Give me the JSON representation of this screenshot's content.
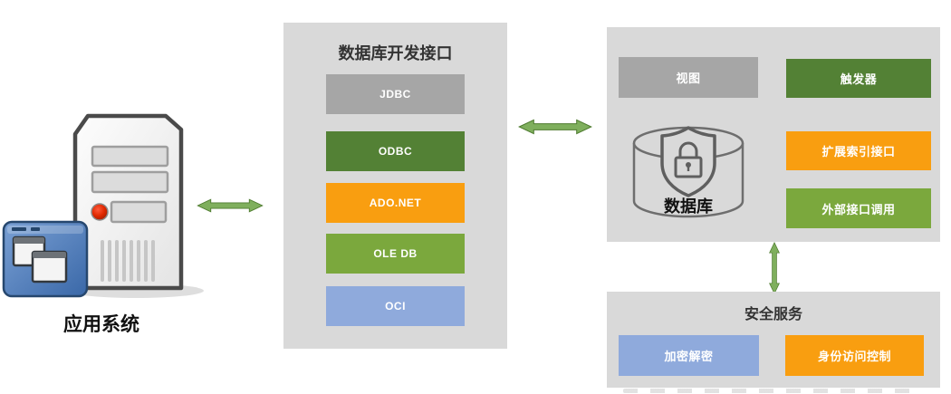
{
  "diagram": {
    "app_system": {
      "label": "应用系统"
    },
    "dev_api": {
      "title": "数据库开发接口",
      "items": [
        {
          "label": "JDBC",
          "color": "#A6A6A6"
        },
        {
          "label": "ODBC",
          "color": "#538135"
        },
        {
          "label": "ADO.NET",
          "color": "#F99E10"
        },
        {
          "label": "OLE DB",
          "color": "#7BA83D"
        },
        {
          "label": "OCI",
          "color": "#8FAADC"
        }
      ]
    },
    "database": {
      "label": "数据库",
      "view": {
        "label": "视图",
        "color": "#A6A6A6"
      },
      "features": [
        {
          "label": "触发器",
          "color": "#538135"
        },
        {
          "label": "扩展索引接口",
          "color": "#F99E10"
        },
        {
          "label": "外部接口调用",
          "color": "#7BA83D"
        }
      ]
    },
    "security": {
      "title": "安全服务",
      "items": [
        {
          "label": "加密解密",
          "color": "#8FAADC"
        },
        {
          "label": "身份访问控制",
          "color": "#F99E10"
        }
      ]
    },
    "arrow_color": "#7FAF5D",
    "panel_bg": "#D9D9D9"
  }
}
